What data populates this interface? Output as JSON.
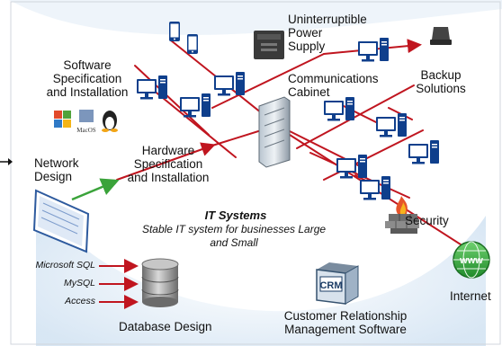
{
  "diagram": {
    "labels": {
      "ups": "Uninterruptible Power Supply",
      "ups_line1": "Uninterruptible",
      "ups_line2": "Power",
      "ups_line3": "Supply",
      "software_line1": "Software",
      "software_line2": "Specification",
      "software_line3": "and Installation",
      "comms_line1": "Communications",
      "comms_line2": "Cabinet",
      "backup_line1": "Backup",
      "backup_line2": "Solutions",
      "network_line1": "Network",
      "network_line2": "Design",
      "hardware_line1": "Hardware",
      "hardware_line2": "Specification",
      "hardware_line3": "and Installation",
      "security": "Security",
      "internet": "Internet",
      "database_design": "Database Design",
      "crm_line1": "Customer Relationship",
      "crm_line2": "Management Software"
    },
    "center": {
      "title": "IT Systems",
      "subtitle": "Stable IT system for businesses Large and Small"
    },
    "databases": [
      "Microsoft SQL",
      "MySQL",
      "Access"
    ],
    "icon_texts": {
      "crm": "CRM",
      "www": "www",
      "macos": "MacOS"
    },
    "colors": {
      "network_line": "#c0151f",
      "arrow_green": "#3aa33a",
      "computer_blue": "#0f3f8c",
      "background_swoosh": "#e3eef8"
    }
  }
}
